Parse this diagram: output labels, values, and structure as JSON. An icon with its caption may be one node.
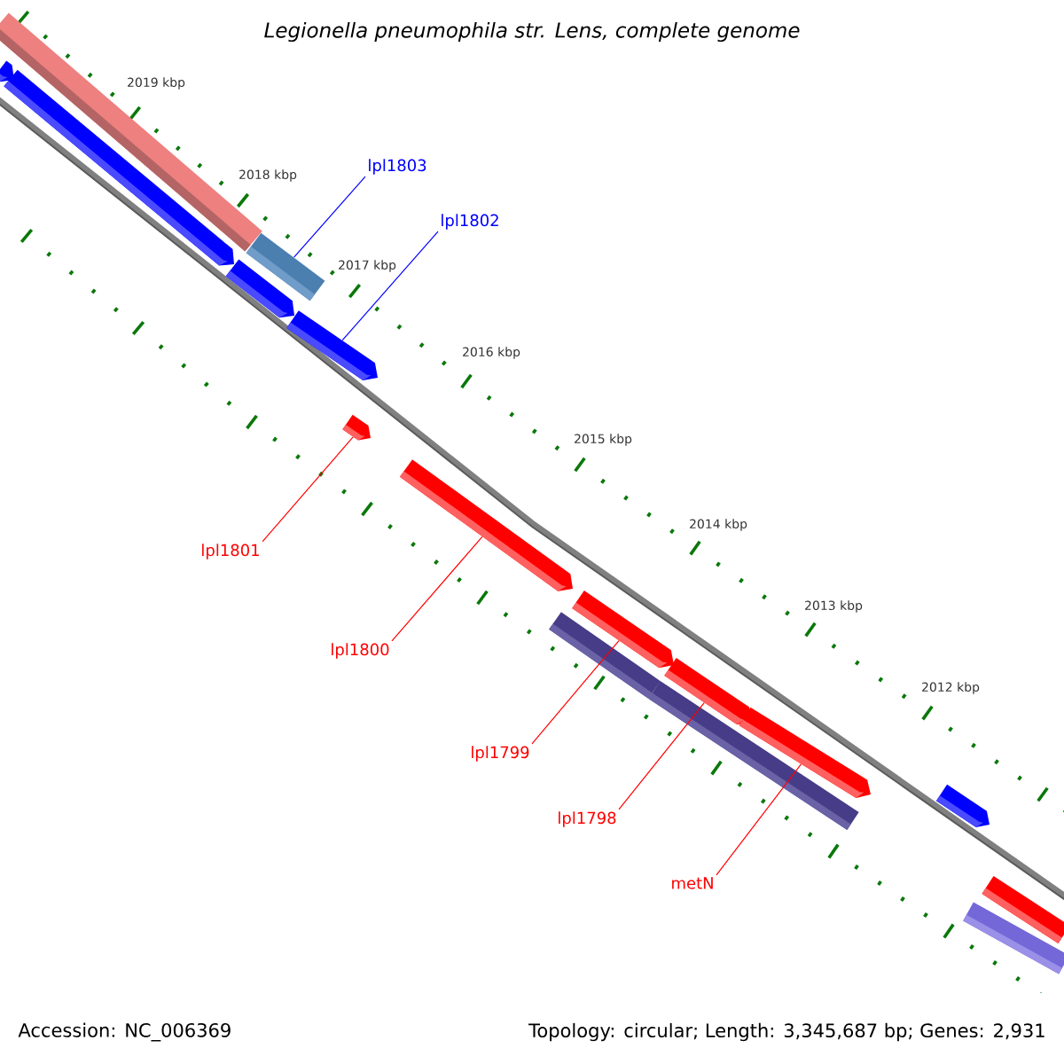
{
  "diagram": {
    "title": "Legionella pneumophila str. Lens, complete genome",
    "nodes": [
      {
        "text": [
          "lpl1803"
        ]
      },
      {
        "text": [
          "lpl1802"
        ]
      },
      {
        "text": [
          "lpl1801"
        ]
      },
      {
        "text": [
          "lpl1800"
        ]
      },
      {
        "text": [
          "lpl1799"
        ]
      },
      {
        "text": [
          "lpl1798"
        ]
      },
      {
        "text": [
          "metN"
        ]
      },
      {
        "text": [],
        "shape": "bar"
      },
      {
        "text": [],
        "shape": "bar"
      },
      {
        "text": [],
        "shape": "bar"
      },
      {
        "text": [],
        "shape": "bar"
      },
      {
        "text": [],
        "shape": "bar"
      },
      {
        "text": [],
        "shape": "bar"
      },
      {
        "text": [],
        "shape": "bar"
      },
      {
        "text": [],
        "shape": "bar"
      },
      {
        "text": [],
        "shape": "bar"
      },
      {
        "text": [],
        "shape": "bar"
      },
      {
        "text": [],
        "shape": "bar"
      },
      {
        "text": [],
        "shape": "bar"
      },
      {
        "text": [],
        "shape": "bar"
      },
      {
        "text": [],
        "shape": "bar"
      },
      {
        "text": [],
        "shape": "bar"
      },
      {
        "text": [],
        "shape": "bar"
      }
    ],
    "edges": [
      {
        "from": 0,
        "to": 11,
        "arrow": "none",
        "color": "#0000ff"
      },
      {
        "from": 1,
        "to": 12,
        "arrow": "none",
        "color": "#0000ff"
      },
      {
        "from": 2,
        "to": 13,
        "arrow": "none"
      },
      {
        "from": 3,
        "to": 14,
        "arrow": "none"
      },
      {
        "from": 4,
        "to": 16,
        "arrow": "none"
      },
      {
        "from": 5,
        "to": 18,
        "arrow": "none"
      },
      {
        "from": 6,
        "to": 19,
        "arrow": "none"
      }
    ],
    "labels": [
      "2019 kbp",
      "2018 kbp",
      "2017 kbp",
      "2016 kbp",
      "2015 kbp",
      "2014 kbp",
      "2013 kbp",
      "2012 kbp",
      "Accession: NC_006369",
      "Topology: circular; Length: 3,345,687 bp; Genes: 2,931"
    ]
  }
}
